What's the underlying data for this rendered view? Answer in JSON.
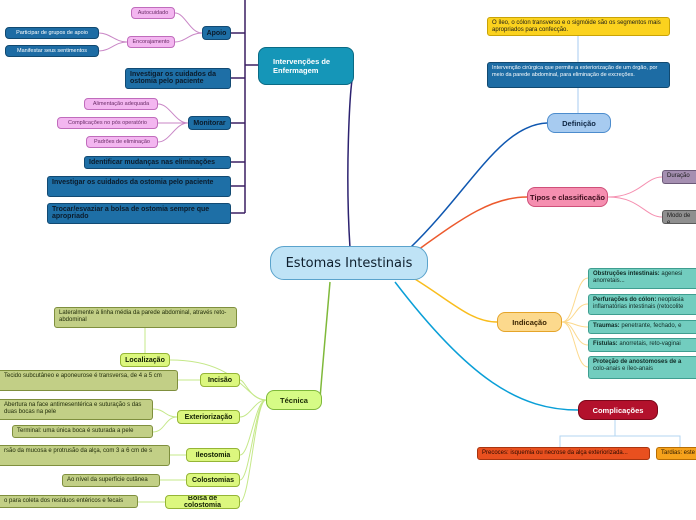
{
  "center": "Estomas Intestinais",
  "definicao": {
    "label": "Definição",
    "text1": "O íleo, o cólon transverso e o sigmóide são os segmentos mais apropriados para confecção.",
    "text2": "Intervenção cirúrgica que permite a exteriorização de um órgão, por meio da parede abdominal, para eliminação de excreções."
  },
  "tipos": {
    "label": "Tipos e classificação",
    "duracao": "Duração",
    "modo": "Modo de e"
  },
  "indicacao": {
    "label": "Indicação",
    "items": [
      {
        "bold": "Obstruções intestinais:",
        "text": " agenesi anorretais..."
      },
      {
        "bold": "Perfurações do cólon:",
        "text": " neoplasia inflamatórias intestinais (retocolite"
      },
      {
        "bold": "Traumas:",
        "text": " penetrante, fechado, e"
      },
      {
        "bold": "Fístulas:",
        "text": " anorretais, reto-vaginai"
      },
      {
        "bold": "Proteção de anostomoses de a",
        "text": " colo-anais e íleo-anais"
      }
    ]
  },
  "complicacoes": {
    "label": "Complicações",
    "precoces_prefix": "Pre",
    "precoces": "coces: isquemia ou necrose da alça exteriorizada...",
    "tardias": "Tardias: este"
  },
  "intervencoes": {
    "label": "Intervenções de Enfermagem",
    "apoio": "Apoio",
    "autocuidado": "Autocuidado",
    "encorajamento": "Encorajamento",
    "participar": "Participar de grupos de apoio",
    "manifestar": "Manifestar seus sentimentos",
    "investigar1": "Investigar os cuidados da ostomia pelo paciente",
    "monitorar": "Monitorar",
    "alimentacao": "Alimentação adequada",
    "complicacoes_pos": "Complicações no pós operatório",
    "padroes": "Padrões de eliminação",
    "identificar": "Identificar mudanças nas eliminações",
    "investigar2": "Investigar os cuidados da ostomia pelo paciente",
    "trocar": "Trocar/esvaziar a bolsa de ostomia sempre que apropriado"
  },
  "tecnica": {
    "label": "Técnica",
    "localizacao": "Localização",
    "localizacao_text": "Lateralmente à linha média da parede abdominal, através reto-abdominal",
    "incisao": "Incisão",
    "incisao_text": "Tecido subcutâneo e aponeurose é transversa, de 4 a 5 cm",
    "exteriorizacao": "Exteriorização",
    "exteriorizacao_text1": "Abertura na face antimesentérica e suturação s das duas bocas na pele",
    "exteriorizacao_text2": "Terminal: uma única boca é suturada a pele",
    "ileostomia": "Ileostomia",
    "ileostomia_text": "rsão da mucosa e protrusão da alça, com 3 a 6 cm de s",
    "colostomias": "Colostomias",
    "colostomias_text": "Ao nível da superfície cutânea",
    "bolsa": "Bolsa de colostomia",
    "bolsa_text": "o para coleta dos resíduos entéricos e fecais"
  },
  "colors": {
    "definicao": "#a7cbf0",
    "tipos": "#f58fb0",
    "indicacao": "#fcd98d",
    "complicacoes": "#b3112c",
    "intervencoes": "#1596b8",
    "tecnica": "#d6fb86",
    "yellow": "#fbd21e",
    "orange": "#e9501f"
  }
}
